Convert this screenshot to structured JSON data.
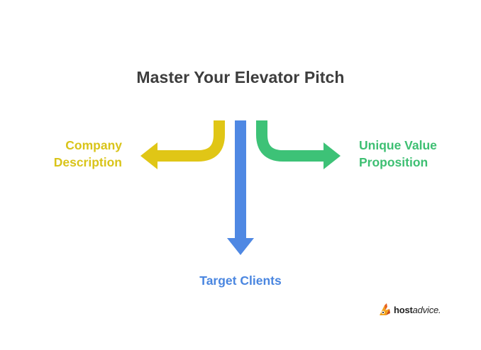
{
  "title": "Master Your Elevator Pitch",
  "branches": {
    "left": {
      "label_line1": "Company",
      "label_line2": "Description",
      "color": "#e0c616"
    },
    "center": {
      "label": "Target Clients",
      "color": "#4f88e3"
    },
    "right": {
      "label_line1": "Unique Value",
      "label_line2": "Proposition",
      "color": "#3dc277"
    }
  },
  "logo": {
    "icon": "hostadvice-logo-icon",
    "text_bold": "host",
    "text_italic": "advice."
  }
}
